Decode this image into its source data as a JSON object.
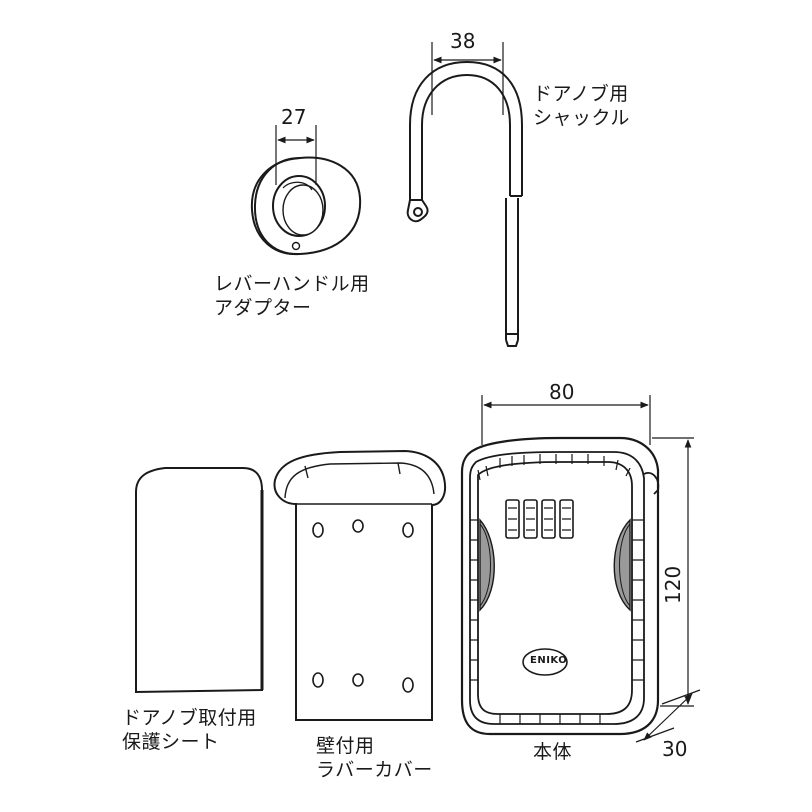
{
  "diagram": {
    "brand_text": "ENIKO",
    "dimensions": {
      "adapter_width": "27",
      "shackle_width": "38",
      "body_width": "80",
      "body_height": "120",
      "body_depth": "30"
    },
    "parts": [
      {
        "id": "shackle",
        "lines": [
          "ドアノブ用",
          "シャックル"
        ]
      },
      {
        "id": "adapter",
        "lines": [
          "レバーハンドル用",
          "アダプター"
        ]
      },
      {
        "id": "protect-sheet",
        "lines": [
          "ドアノブ取付用",
          "保護シート"
        ]
      },
      {
        "id": "rubber-cover",
        "lines": [
          "壁付用",
          "ラバーカバー"
        ]
      },
      {
        "id": "body",
        "lines": [
          "本体"
        ]
      }
    ],
    "colors": {
      "line": "#1a1a1a",
      "fill": "#ffffff",
      "shade": "#9a9a9a"
    }
  }
}
